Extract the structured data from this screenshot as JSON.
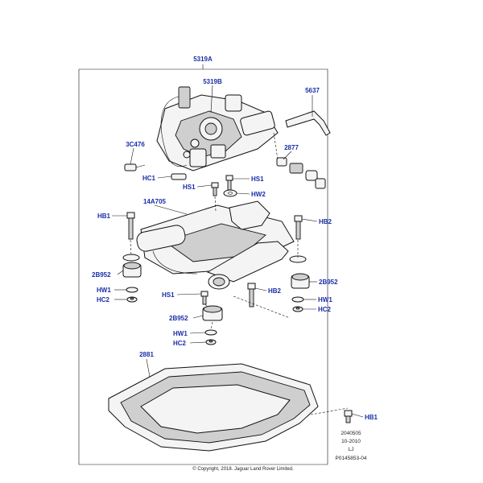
{
  "labels": {
    "assembly": "5319A",
    "sub_assembly": "5319B",
    "p5637": "5637",
    "p3C476": "3C476",
    "p2877": "2877",
    "hc1_top": "HC1",
    "hs1_right": "HS1",
    "hs1_left": "HS1",
    "hw2": "HW2",
    "p14A705": "14A705",
    "hb1_left": "HB1",
    "hb2_right": "HB2",
    "p2B952_left": "2B952",
    "p2B952_right": "2B952",
    "hw1_left": "HW1",
    "hc2_left": "HC2",
    "hs1_lower": "HS1",
    "hb2_mid": "HB2",
    "hw1_right": "HW1",
    "hc2_right": "HC2",
    "p2B952_center": "2B952",
    "hw1_center": "HW1",
    "hc2_center": "HC2",
    "p2881": "2881",
    "hb1_bottom": "HB1"
  },
  "meta": {
    "code": "2040505",
    "date": "10-2010",
    "initials": "LJ",
    "figure_id": "P0145853-04"
  },
  "copyright": "© Copyright, 2018. Jaguar Land Rover Limited.",
  "colors": {
    "callout": "#1a2ea8",
    "line": "#111111"
  }
}
